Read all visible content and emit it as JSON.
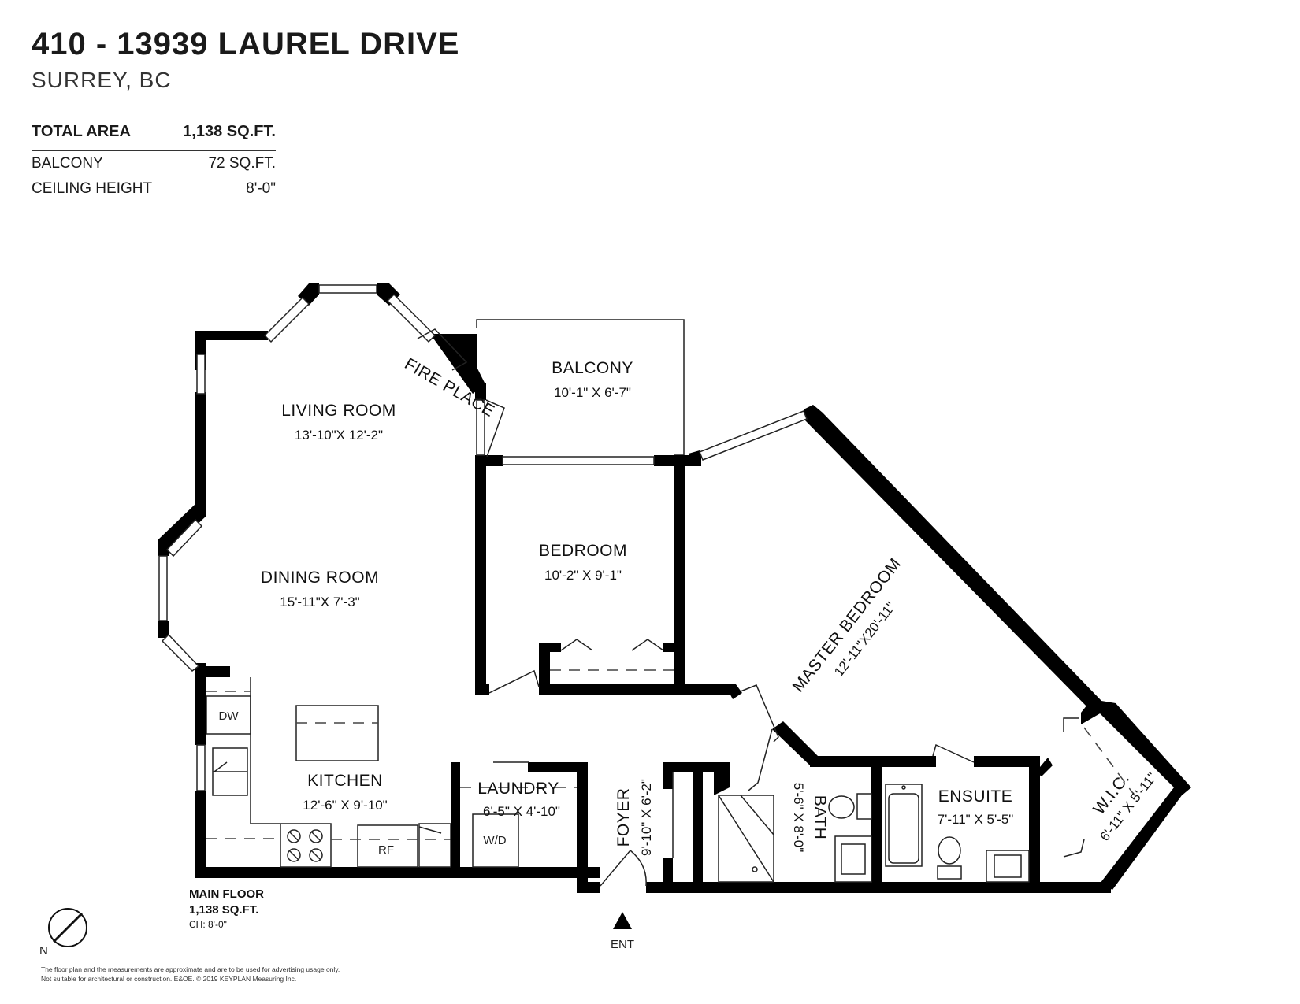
{
  "header": {
    "title": "410 - 13939 LAUREL DRIVE",
    "subtitle": "SURREY, BC"
  },
  "summary": {
    "total": {
      "label": "TOTAL AREA",
      "value": "1,138 SQ.FT."
    },
    "balcony": {
      "label": "BALCONY",
      "value": "72 SQ.FT."
    },
    "ceiling": {
      "label": "CEILING HEIGHT",
      "value": "8'-0\""
    }
  },
  "rooms": {
    "living": {
      "name": "LIVING ROOM",
      "dims": "13'-10\"X 12'-2\""
    },
    "dining": {
      "name": "DINING ROOM",
      "dims": "15'-11\"X 7'-3\""
    },
    "kitchen": {
      "name": "KITCHEN",
      "dims": "12'-6\" X 9'-10\""
    },
    "balcony": {
      "name": "BALCONY",
      "dims": "10'-1\" X 6'-7\""
    },
    "bedroom": {
      "name": "BEDROOM",
      "dims": "10'-2\" X 9'-1\""
    },
    "master": {
      "name": "MASTER BEDROOM",
      "dims": "12'-11\"X20'-11\""
    },
    "laundry": {
      "name": "LAUNDRY",
      "dims": "6'-5\" X 4'-10\""
    },
    "foyer": {
      "name": "FOYER",
      "dims": "9'-10\" X 6'-2\""
    },
    "bath": {
      "name": "BATH",
      "dims": "5'-6\" X 8'-0\""
    },
    "ensuite": {
      "name": "ENSUITE",
      "dims": "7'-11\" X 5'-5\""
    },
    "wic": {
      "name": "W.I.C.",
      "dims": "6'-11\" X 5'-11\""
    }
  },
  "fixtures": {
    "fireplace": "FIRE PLACE",
    "dishwasher": "DW",
    "fridge": "RF",
    "washer_dryer": "W/D"
  },
  "entrance": "ENT",
  "floor": {
    "name": "MAIN FLOOR",
    "area": "1,138 SQ.FT.",
    "ceiling": "CH: 8'-0\""
  },
  "compass": "N",
  "disclaimer": {
    "line1": "The floor plan and the measurements are approximate and are to be used for advertising usage only.",
    "line2": "Not suitable for architectural or construction. E&OE. © 2019 KEYPLAN Measuring Inc."
  },
  "colors": {
    "wall": "#000000",
    "background": "#ffffff"
  }
}
